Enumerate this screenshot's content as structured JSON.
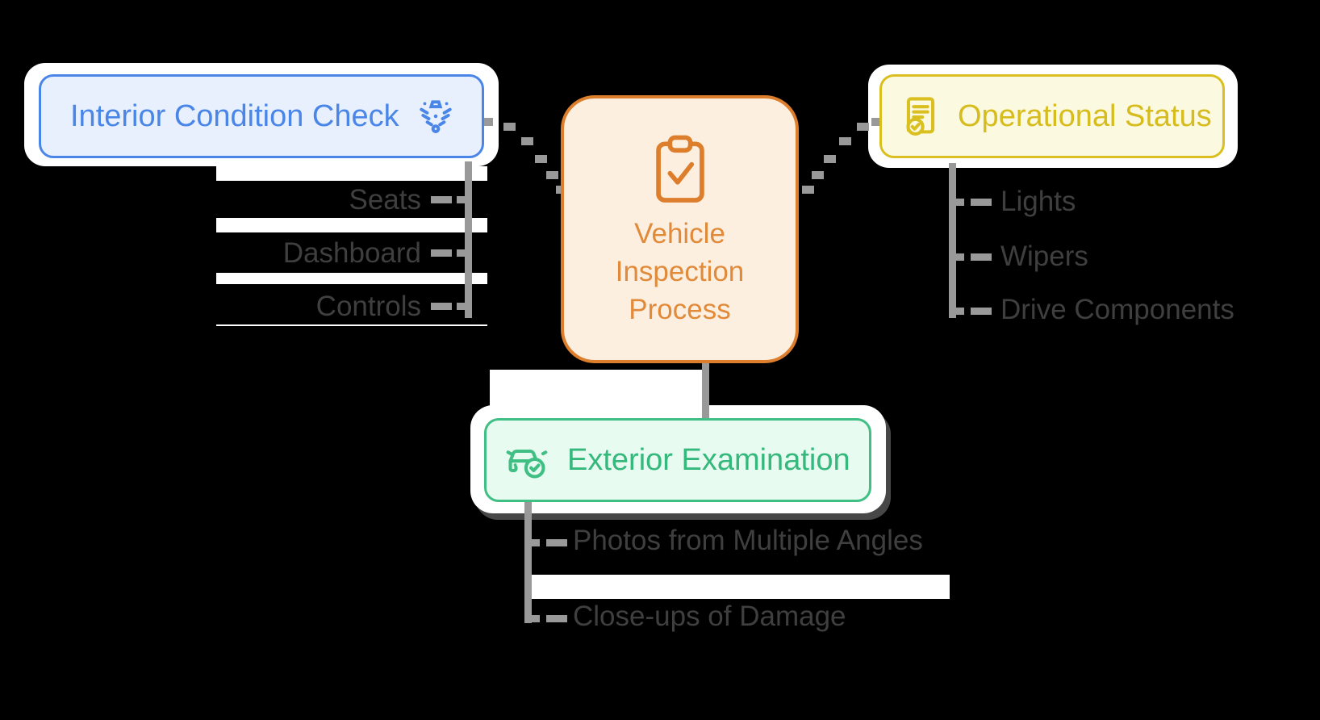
{
  "diagram": {
    "type": "mindmap",
    "background_color": "#000000",
    "connector_color": "#999999",
    "item_text_color": "#3f3f3f"
  },
  "root": {
    "label": "Vehicle Inspection Process",
    "lines": [
      "Vehicle",
      "Inspection",
      "Process"
    ],
    "icon": "clipboard-check-icon",
    "border_color": "#dd7e2d",
    "fill_color": "#fdefdf",
    "text_color": "#e08a3a"
  },
  "branches": [
    {
      "label": "Interior Condition Check",
      "icon": "seat-ventilation-icon",
      "accent_color": "#4a86e8",
      "fill_color": "#e8f0fe",
      "items": [
        "Seats",
        "Dashboard",
        "Controls"
      ]
    },
    {
      "label": "Operational Status",
      "icon": "document-check-icon",
      "accent_color": "#d9bf1f",
      "fill_color": "#fcf9e1",
      "items": [
        "Lights",
        "Wipers",
        "Drive Components"
      ]
    },
    {
      "label": "Exterior Examination",
      "icon": "car-check-icon",
      "accent_color": "#3fbf83",
      "fill_color": "#e7fbf0",
      "items": [
        "Photos from Multiple Angles",
        "Close-ups of Damage"
      ]
    }
  ]
}
